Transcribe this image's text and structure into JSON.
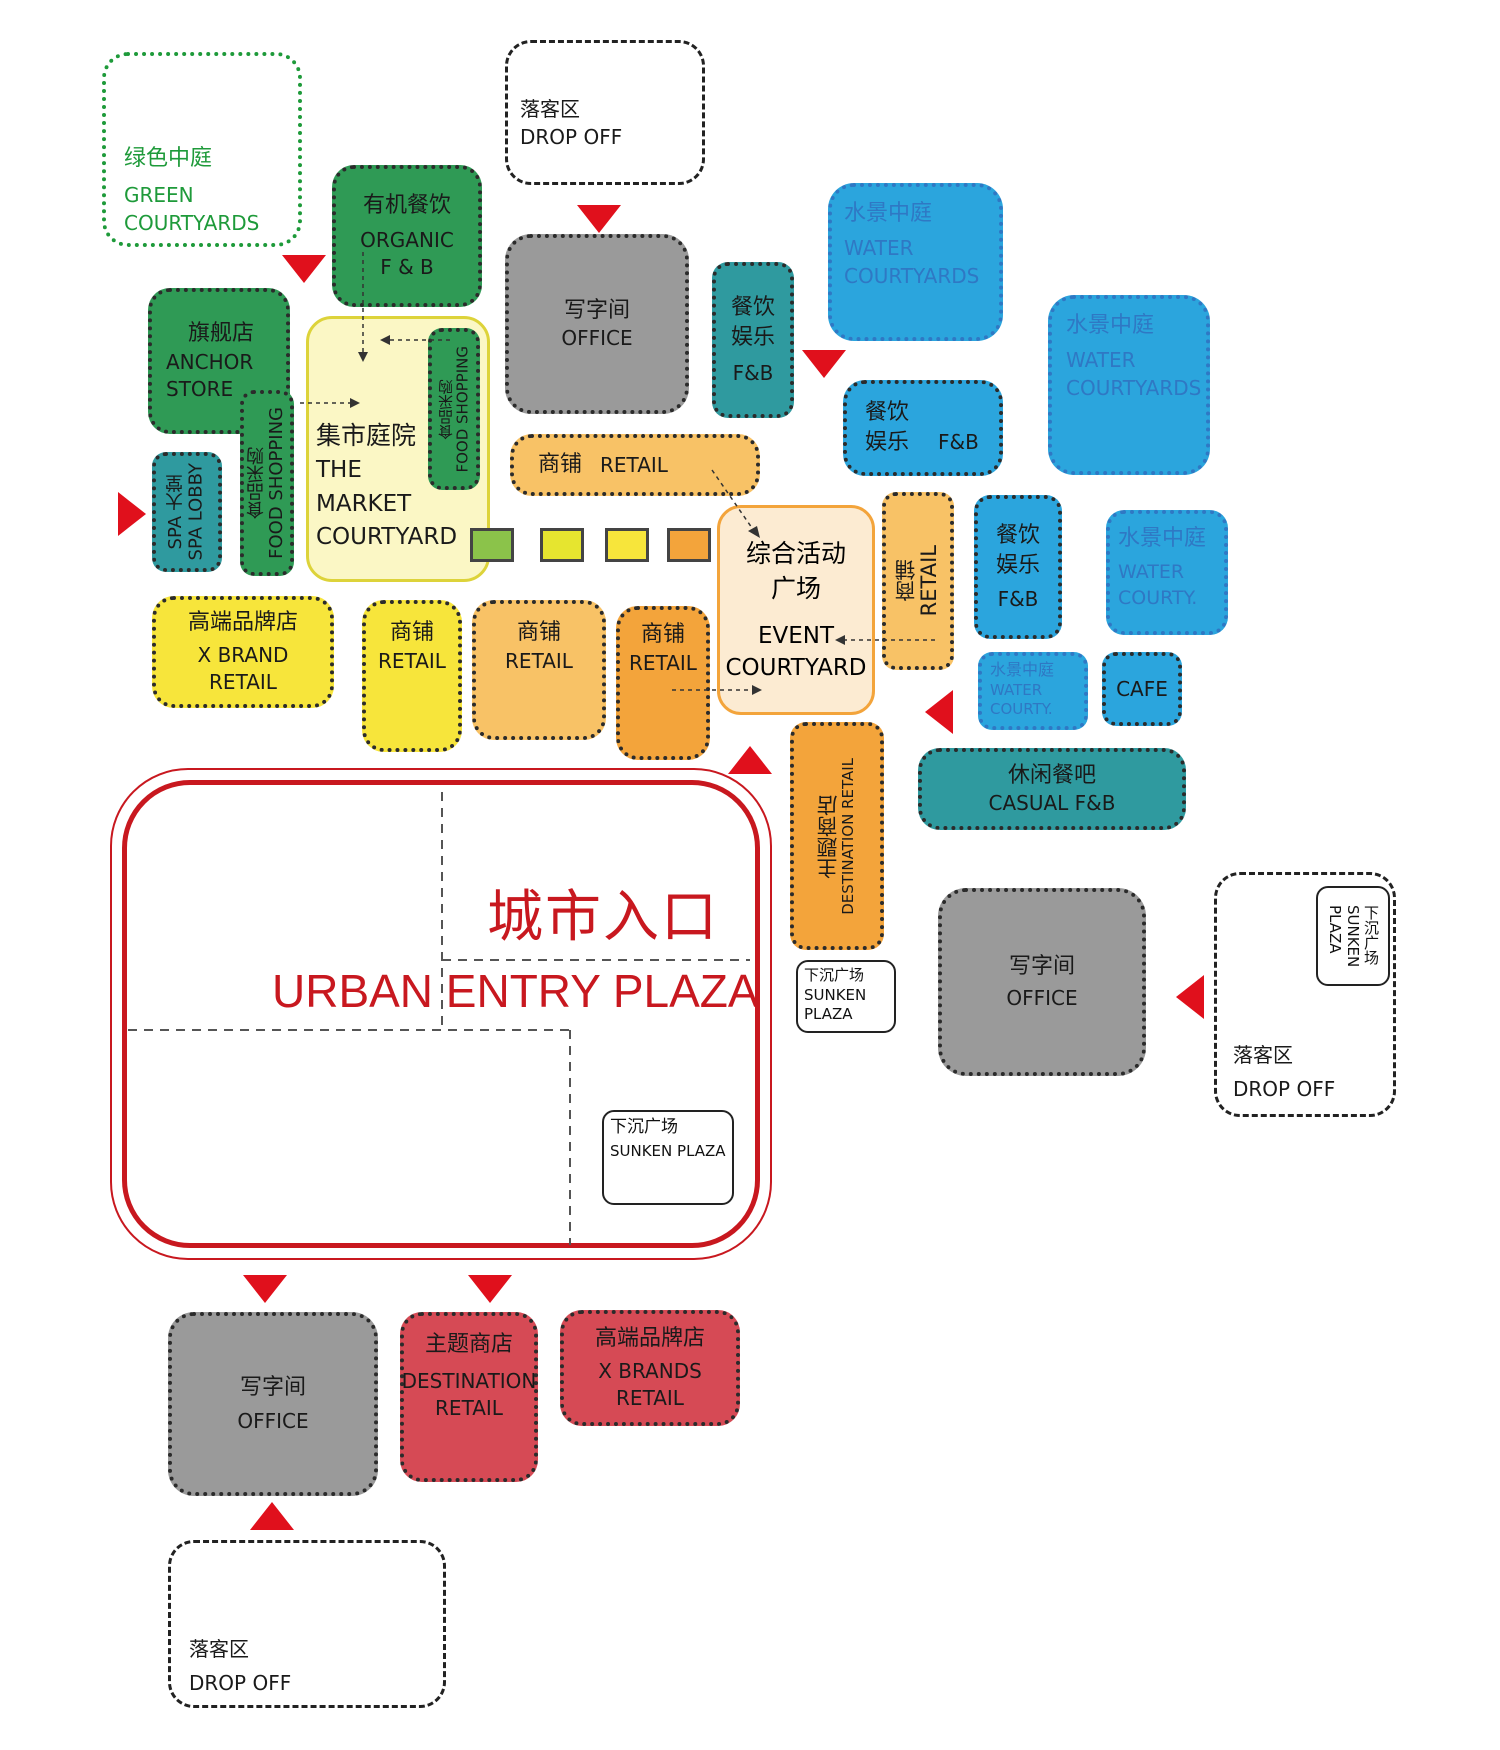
{
  "dropoff": [
    {
      "zh": "落客区",
      "en": "DROP OFF"
    },
    {
      "zh": "落客区",
      "en": "DROP OFF"
    },
    {
      "zh": "落客区",
      "en": "DROP OFF"
    }
  ],
  "green_courtyards": {
    "zh": "绿色中庭",
    "en1": "GREEN",
    "en2": "COURTYARDS"
  },
  "organic_fb": {
    "zh": "有机餐饮",
    "en1": "ORGANIC",
    "en2": "F & B"
  },
  "anchor_store": {
    "zh": "旗舰店",
    "en1": "ANCHOR",
    "en2": "STORE"
  },
  "food_shopping_left": {
    "zh": "食品采购",
    "en": "FOOD SHOPPING"
  },
  "food_shopping_right": {
    "zh": "食品采购",
    "en": "FOOD SHOPPING"
  },
  "spa_lobby": {
    "zh": "SPA 大堂",
    "en": "SPA LOBBY"
  },
  "market_courtyard": {
    "zh": "集市庭院",
    "en1": "THE",
    "en2": "MARKET",
    "en3": "COURTYARD"
  },
  "office_top": {
    "zh": "写字间",
    "en": "OFFICE"
  },
  "fb_teal_top": {
    "zh1": "餐饮",
    "zh2": "娱乐",
    "en": "F&B"
  },
  "water_courtyards_1": {
    "zh": "水景中庭",
    "en1": "WATER",
    "en2": "COURTYARDS"
  },
  "water_courtyards_2": {
    "zh": "水景中庭",
    "en1": "WATER",
    "en2": "COURTYARDS"
  },
  "water_courty_3": {
    "zh": "水景中庭",
    "en1": "WATER",
    "en2": "COURTY."
  },
  "water_courty_4": {
    "zh": "水景中庭",
    "en1": "WATER",
    "en2": "COURTY."
  },
  "fb_blue_wide": {
    "zh1": "餐饮",
    "zh2": "娱乐",
    "en": "F&B"
  },
  "fb_blue_tall": {
    "zh1": "餐饮",
    "zh2": "娱乐",
    "en": "F&B"
  },
  "retail_strip": {
    "zh": "商铺",
    "en": "RETAIL"
  },
  "event_courtyard": {
    "zh1": "综合活动",
    "zh2": "广场",
    "en1": "EVENT",
    "en2": "COURTYARD"
  },
  "retail_vertical": {
    "zh": "商铺",
    "en": "RETAIL"
  },
  "cafe": {
    "en": "CAFE"
  },
  "x_brand_retail": {
    "zh": "高端品牌店",
    "en1": "X BRAND",
    "en2": "RETAIL"
  },
  "retail_a": {
    "zh": "商铺",
    "en": "RETAIL"
  },
  "retail_b": {
    "zh": "商铺",
    "en": "RETAIL"
  },
  "retail_c": {
    "zh": "商铺",
    "en": "RETAIL"
  },
  "casual_fb": {
    "zh": "休闲餐吧",
    "en": "CASUAL F&B"
  },
  "destination_retail_v": {
    "zh": "主题商店",
    "en": "DESTINATION RETAIL"
  },
  "sunken_small": {
    "zh": "下沉广场",
    "en1": "SUNKEN",
    "en2": "PLAZA"
  },
  "office_right": {
    "zh": "写字间",
    "en": "OFFICE"
  },
  "sunken_right": {
    "zh": "下沉广场",
    "en1": "SUNKEN",
    "en2": "PLAZA"
  },
  "urban_entry": {
    "zh": "城市入口",
    "en": "URBAN ENTRY PLAZA"
  },
  "sunken_plaza_in": {
    "zh": "下沉广场",
    "en": "SUNKEN PLAZA"
  },
  "office_bottom": {
    "zh": "写字间",
    "en": "OFFICE"
  },
  "destination_retail": {
    "zh": "主题商店",
    "en1": "DESTINATION",
    "en2": "RETAIL"
  },
  "x_brands_retail": {
    "zh": "高端品牌店",
    "en1": "X BRANDS",
    "en2": "RETAIL"
  },
  "colors": {
    "accent_red": "#e0101c",
    "plaza_red": "#c8181f",
    "green": "#2f9a55",
    "gray": "#9a9a9a",
    "teal": "#2f9a9f",
    "blue": "#2ba5dd",
    "yellow": "#f7e53b",
    "light_orange": "#f8c266",
    "orange": "#f3a43b",
    "brand_red": "#d64a55"
  }
}
